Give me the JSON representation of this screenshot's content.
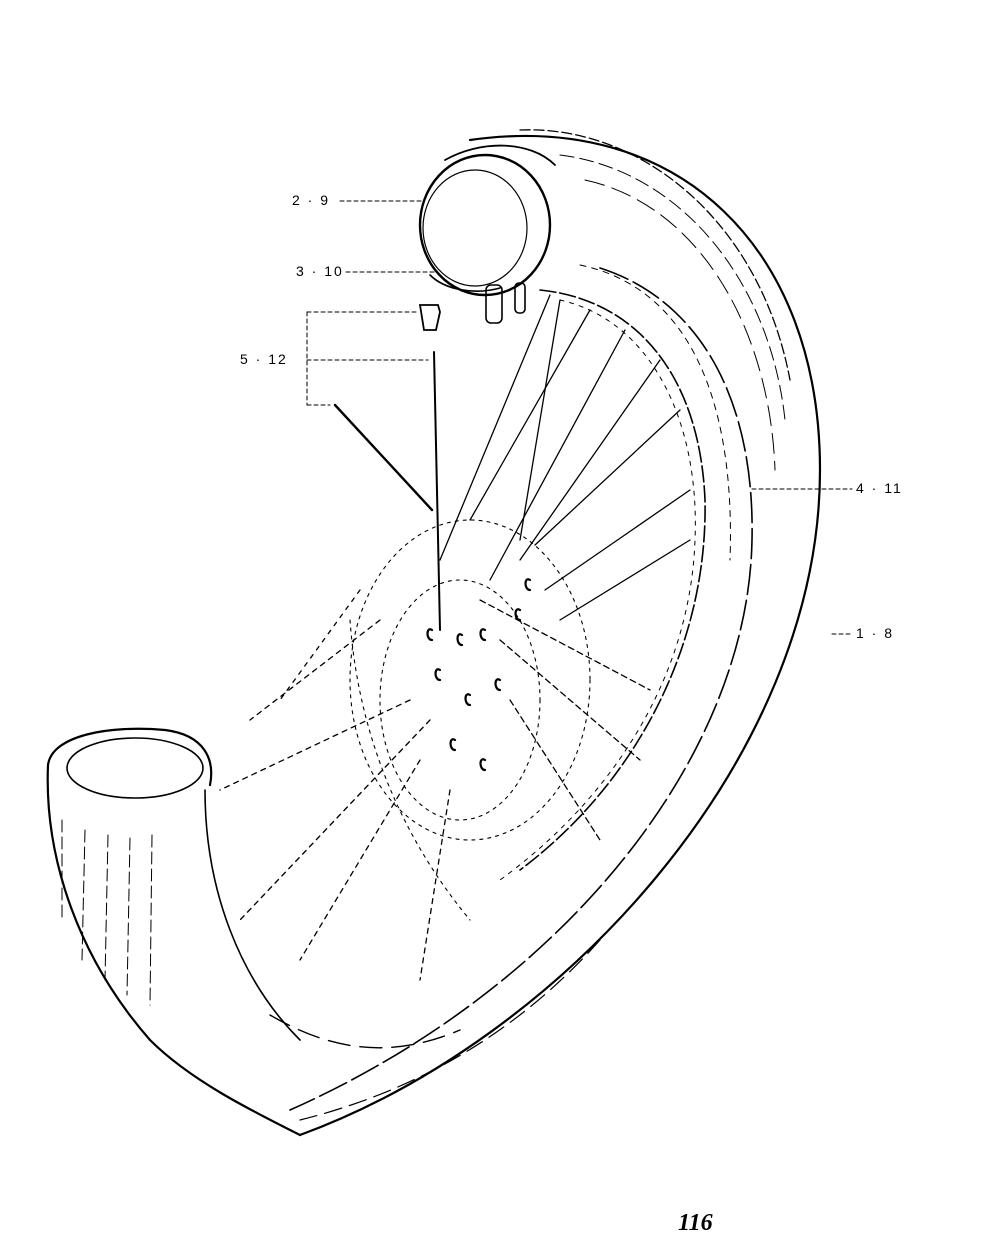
{
  "callouts": {
    "tube": "2 · 9",
    "rim_band": "3 · 10",
    "spoke": "5 · 12",
    "rim": "4 · 11",
    "tire": "1 · 8"
  },
  "page_number": "116"
}
